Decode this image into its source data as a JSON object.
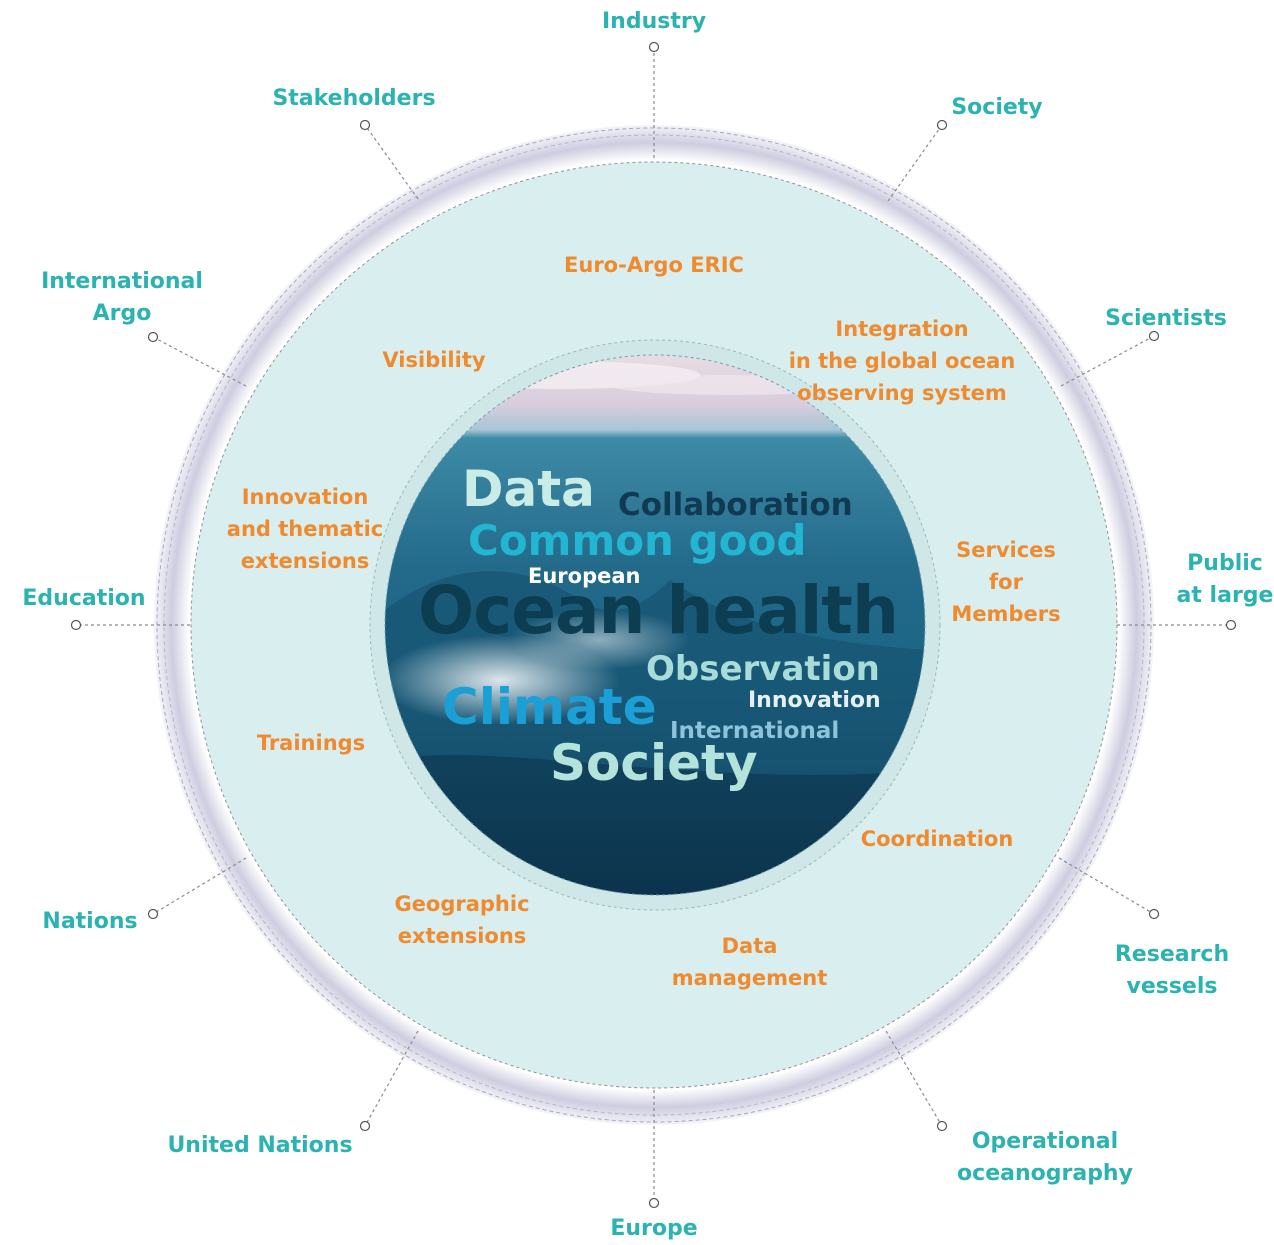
{
  "colors": {
    "outer_label": "#2bb3b1",
    "inner_label": "#ef8a2e",
    "ring_fill": "#d9eeee",
    "ring_band": "#cfcfdf",
    "connector": "#8a8a8a",
    "ocean_deep": "#0c3550",
    "ocean_mid": "#1b6d8a",
    "sky": "#e8dde4"
  },
  "outer_labels": [
    {
      "id": "industry",
      "text": "Industry"
    },
    {
      "id": "society",
      "text": "Society"
    },
    {
      "id": "scientists",
      "text": "Scientists"
    },
    {
      "id": "public",
      "text": "Public\nat large"
    },
    {
      "id": "research-vessels",
      "text": "Research\nvessels"
    },
    {
      "id": "operational-oceanography",
      "text": "Operational\noceanography"
    },
    {
      "id": "europe",
      "text": "Europe"
    },
    {
      "id": "united-nations",
      "text": "United Nations"
    },
    {
      "id": "nations",
      "text": "Nations"
    },
    {
      "id": "education",
      "text": "Education"
    },
    {
      "id": "international-argo",
      "text": "International\nArgo"
    },
    {
      "id": "stakeholders",
      "text": "Stakeholders"
    }
  ],
  "inner_labels": [
    {
      "id": "euro-argo-eric",
      "text": "Euro-Argo ERIC"
    },
    {
      "id": "visibility",
      "text": "Visibility"
    },
    {
      "id": "integration",
      "text": "Integration\nin the global ocean\nobserving system"
    },
    {
      "id": "innovation-thematic",
      "text": "Innovation\nand thematic\nextensions"
    },
    {
      "id": "services-members",
      "text": "Services\nfor\nMembers"
    },
    {
      "id": "trainings",
      "text": "Trainings"
    },
    {
      "id": "coordination",
      "text": "Coordination"
    },
    {
      "id": "geographic-extensions",
      "text": "Geographic\nextensions"
    },
    {
      "id": "data-management",
      "text": "Data\nmanagement"
    }
  ],
  "word_cloud": [
    {
      "id": "data",
      "text": "Data",
      "color": "#c9ece6"
    },
    {
      "id": "collaboration",
      "text": "Collaboration",
      "color": "#0f3a52"
    },
    {
      "id": "common-good",
      "text": "Common good",
      "color": "#22b6d3"
    },
    {
      "id": "european",
      "text": "European",
      "color": "#ffffff"
    },
    {
      "id": "ocean-health",
      "text": "Ocean health",
      "color": "#0c3d50"
    },
    {
      "id": "observation",
      "text": "Observation",
      "color": "#a8dcd9"
    },
    {
      "id": "innovation",
      "text": "Innovation",
      "color": "#e3f1f6"
    },
    {
      "id": "climate",
      "text": "Climate",
      "color": "#1a9fd6"
    },
    {
      "id": "international",
      "text": "International",
      "color": "#8ec3dc"
    },
    {
      "id": "society-word",
      "text": "Society",
      "color": "#b3e3da"
    }
  ]
}
